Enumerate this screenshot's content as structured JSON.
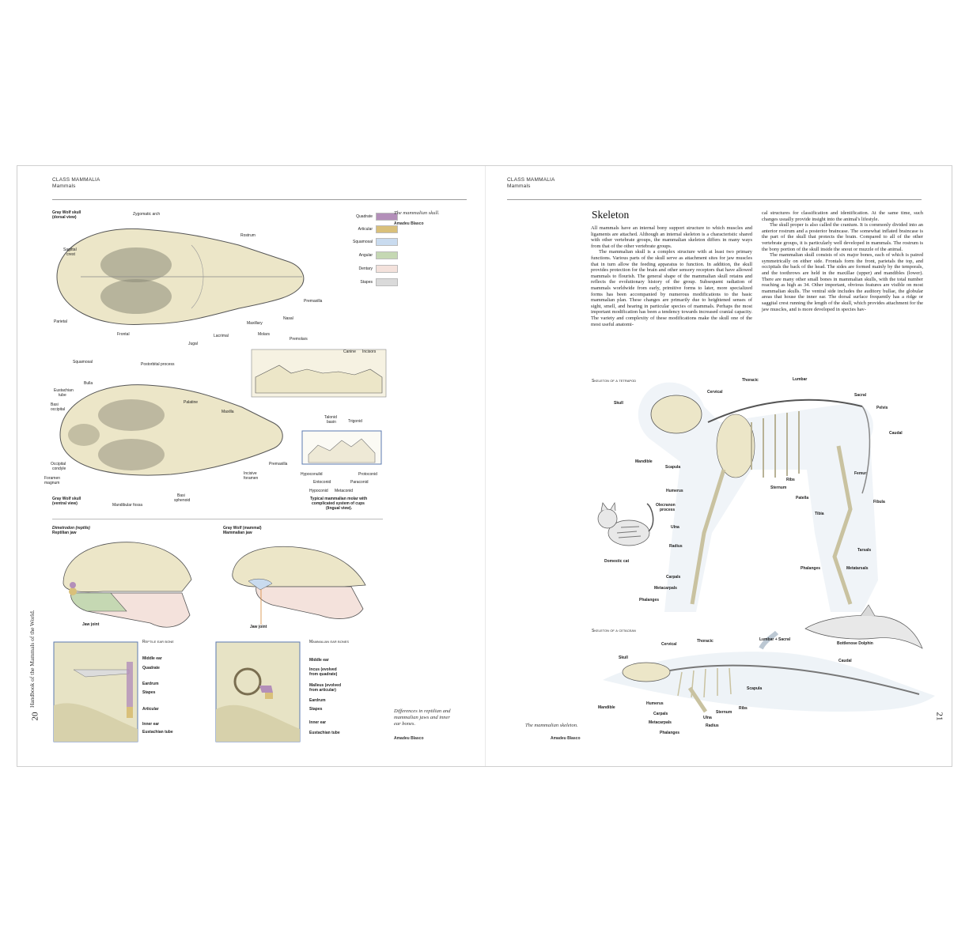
{
  "left_page": {
    "header": {
      "class": "CLASS MAMMALIA",
      "sub": "Mammals"
    },
    "folio": "20",
    "spine_title": "Handbook of the Mammals of the World.",
    "skull_section": {
      "caption": "The mammalian skull.",
      "credit": "Amadeu Blasco",
      "dorsal_title_1": "Gray Wolf skull",
      "dorsal_title_2": "(dorsal view)",
      "ventral_title_1": "Gray Wolf skull",
      "ventral_title_2": "(ventral view)",
      "labels": {
        "zygomatic_arch": "Zygomatic arch",
        "sagittal_crest_1": "Sagittal",
        "sagittal_crest_2": "crest",
        "rostrum": "Rostrum",
        "premaxilla_top": "Premaxilla",
        "nasal": "Nasal",
        "maxillary": "Maxillary",
        "parietal": "Parietal",
        "lacrimal": "Lacrimal",
        "frontal": "Frontal",
        "jugal": "Jugal",
        "squamosal": "Squamosal",
        "postorbital": "Postorbital process",
        "molars": "Molars",
        "premolars": "Premolars",
        "canine": "Canine",
        "incisors": "Incisors",
        "bulla": "Bulla",
        "eustachian_1": "Eustachian",
        "eustachian_2": "tube",
        "basioccipital_1": "Basi",
        "basioccipital_2": "occipital",
        "palatine": "Palatine",
        "maxilla": "Maxilla",
        "occipital_1": "Occipital",
        "occipital_2": "condyle",
        "foramen_1": "Foramen",
        "foramen_2": "magnum",
        "premaxilla_bottom": "Premaxilla",
        "incisive_1": "Incisive",
        "incisive_2": "foramen",
        "mandibular_fossa": "Mandibular fossa",
        "basisphenoid_1": "Basi",
        "basisphenoid_2": "sphenoid",
        "talonid_1": "Talonid",
        "talonid_2": "basin",
        "trigonid": "Trigonid",
        "hypoconulid": "Hypoconulid",
        "entoconid": "Entoconid",
        "hypoconid": "Hypoconid",
        "metaconid": "Metaconid",
        "paraconid": "Paraconid",
        "protoconid": "Protoconid",
        "molar_caption_1": "Typical mammalian molar with",
        "molar_caption_2": "complicated system of cups",
        "molar_caption_3": "(lingual view)."
      },
      "legend": [
        {
          "label": "Quadrate",
          "color": "#b38fb9"
        },
        {
          "label": "Articular",
          "color": "#d9c07a"
        },
        {
          "label": "Squamosal",
          "color": "#c9dbef"
        },
        {
          "label": "Angular",
          "color": "#c5d8b3"
        },
        {
          "label": "Dentary",
          "color": "#f4e2dc"
        },
        {
          "label": "Stapes",
          "color": "#dadada"
        }
      ]
    },
    "jaw_section": {
      "reptile_title_1": "Dimetrodon (reptile)",
      "reptile_title_2": "Reptilian jaw",
      "mammal_title_1": "Gray Wolf (mammal)",
      "mammal_title_2": "Mammalian jaw",
      "jaw_joint_left": "Jaw joint",
      "jaw_joint_right": "Jaw joint",
      "reptile_ear_title": "Reptile ear bone",
      "mammal_ear_title": "Mammalian ear bones",
      "reptile_ear_labels": [
        "Middle ear",
        "Quadrate",
        "Eardrum",
        "Stapes",
        "Articular",
        "Inner ear",
        "Eustachian tube"
      ],
      "mammal_ear_labels": [
        "Middle ear",
        "Incus (evolved",
        "from quadrate)",
        "Malleus (evolved",
        "from articular)",
        "Eardrum",
        "Stapes",
        "Inner ear",
        "Eustachian tube"
      ],
      "caption_1": "Differences in reptilian and",
      "caption_2": "mammalian jaws and inner",
      "caption_3": "ear bones.",
      "credit": "Amadeu Blasco"
    }
  },
  "right_page": {
    "header": {
      "class": "CLASS MAMMALIA",
      "sub": "Mammals"
    },
    "folio": "21",
    "article": {
      "title": "Skeleton",
      "col1": [
        "All mammals have an internal bony support structure to which muscles and ligaments are attached. Although an internal skeleton is a characteristic shared with other vertebrate groups, the mammalian skeleton differs in many ways from that of the other vertebrate groups.",
        "The mammalian skull is a complex structure with at least two primary functions. Various parts of the skull serve as attachment sites for jaw muscles that in turn allow the feeding apparatus to function. In addition, the skull provides protection for the brain and other sensory receptors that have allowed mammals to flourish. The general shape of the mammalian skull retains and reflects the evolutionary history of the group. Subsequent radiation of mammals worldwide from early, primitive forms to later, more specialized forms has been accompanied by numerous modifications to the basic mammalian plan. These changes are primarily due to heightened senses of sight, smell, and hearing in particular species of mammals. Perhaps the most important modification has been a tendency towards increased cranial capacity. The variety and complexity of these modifications make the skull one of the most useful anatomi-"
      ],
      "col2": [
        "cal structures for classification and identification. At the same time, such changes usually provide insight into the animal's lifestyle.",
        "The skull proper is also called the cranium. It is commonly divided into an anterior rostrum and a posterior braincase. The somewhat inflated braincase is the part of the skull that protects the brain. Compared to all of the other vertebrate groups, it is particularly well developed in mammals. The rostrum is the bony portion of the skull inside the snout or muzzle of the animal.",
        "The mammalian skull consists of six major bones, each of which is paired symmetrically on either side. Frontals form the front, parietals the top, and occipitals the back of the head. The sides are formed mainly by the temporals, and the toothrows are held in the maxillae (upper) and mandibles (lower). There are many other small bones in mammalian skulls, with the total number reaching as high as 34. Other important, obvious features are visible on most mammalian skulls. The ventral side includes the auditory bullae, the globular areas that house the inner ear. The dorsal surface frequently has a ridge or saggital crest running the length of the skull, which provides attachment for the jaw muscles, and is more developed in species hav-"
      ]
    },
    "tetrapod": {
      "title": "Skeleton of a tetrapod",
      "labels": {
        "skull": "Skull",
        "cervical": "Cervical",
        "thoracic": "Thoracic",
        "lumbar": "Lumbar",
        "sacral": "Sacral",
        "pelvis": "Pelvis",
        "caudal": "Caudal",
        "mandible": "Mandible",
        "scapula": "Scapula",
        "ribs": "Ribs",
        "sternum": "Sternum",
        "femur": "Femur",
        "humerus": "Humerus",
        "olecranon_1": "Olecranon",
        "olecranon_2": "process",
        "patella": "Patella",
        "fibula": "Fibula",
        "tibia": "Tibia",
        "ulna": "Ulna",
        "radius": "Radius",
        "tarsals": "Tarsals",
        "metatarsals": "Metatarsals",
        "phalanges_hind": "Phalanges",
        "carpals": "Carpals",
        "metacarpals": "Metacarpals",
        "phalanges_fore": "Phalanges",
        "domestic_cat": "Domestic cat"
      }
    },
    "cetacean": {
      "title": "Skeleton of a cetacean",
      "labels": {
        "cervical": "Cervical",
        "thoracic": "Thoracic",
        "lumbar_sacral": "Lumbar + Sacral",
        "caudal": "Caudal",
        "skull": "Skull",
        "mandible": "Mandible",
        "humerus": "Humerus",
        "carpals": "Carpals",
        "metacarpals": "Metacarpals",
        "phalanges": "Phalanges",
        "ulna": "Ulna",
        "radius": "Radius",
        "sternum": "Sternum",
        "scapula": "Scapula",
        "ribs": "Ribs",
        "dolphin": "Bottlenose Dolphin"
      }
    },
    "caption": "The mammalian skeleton.",
    "credit": "Amadeu Blasco"
  }
}
